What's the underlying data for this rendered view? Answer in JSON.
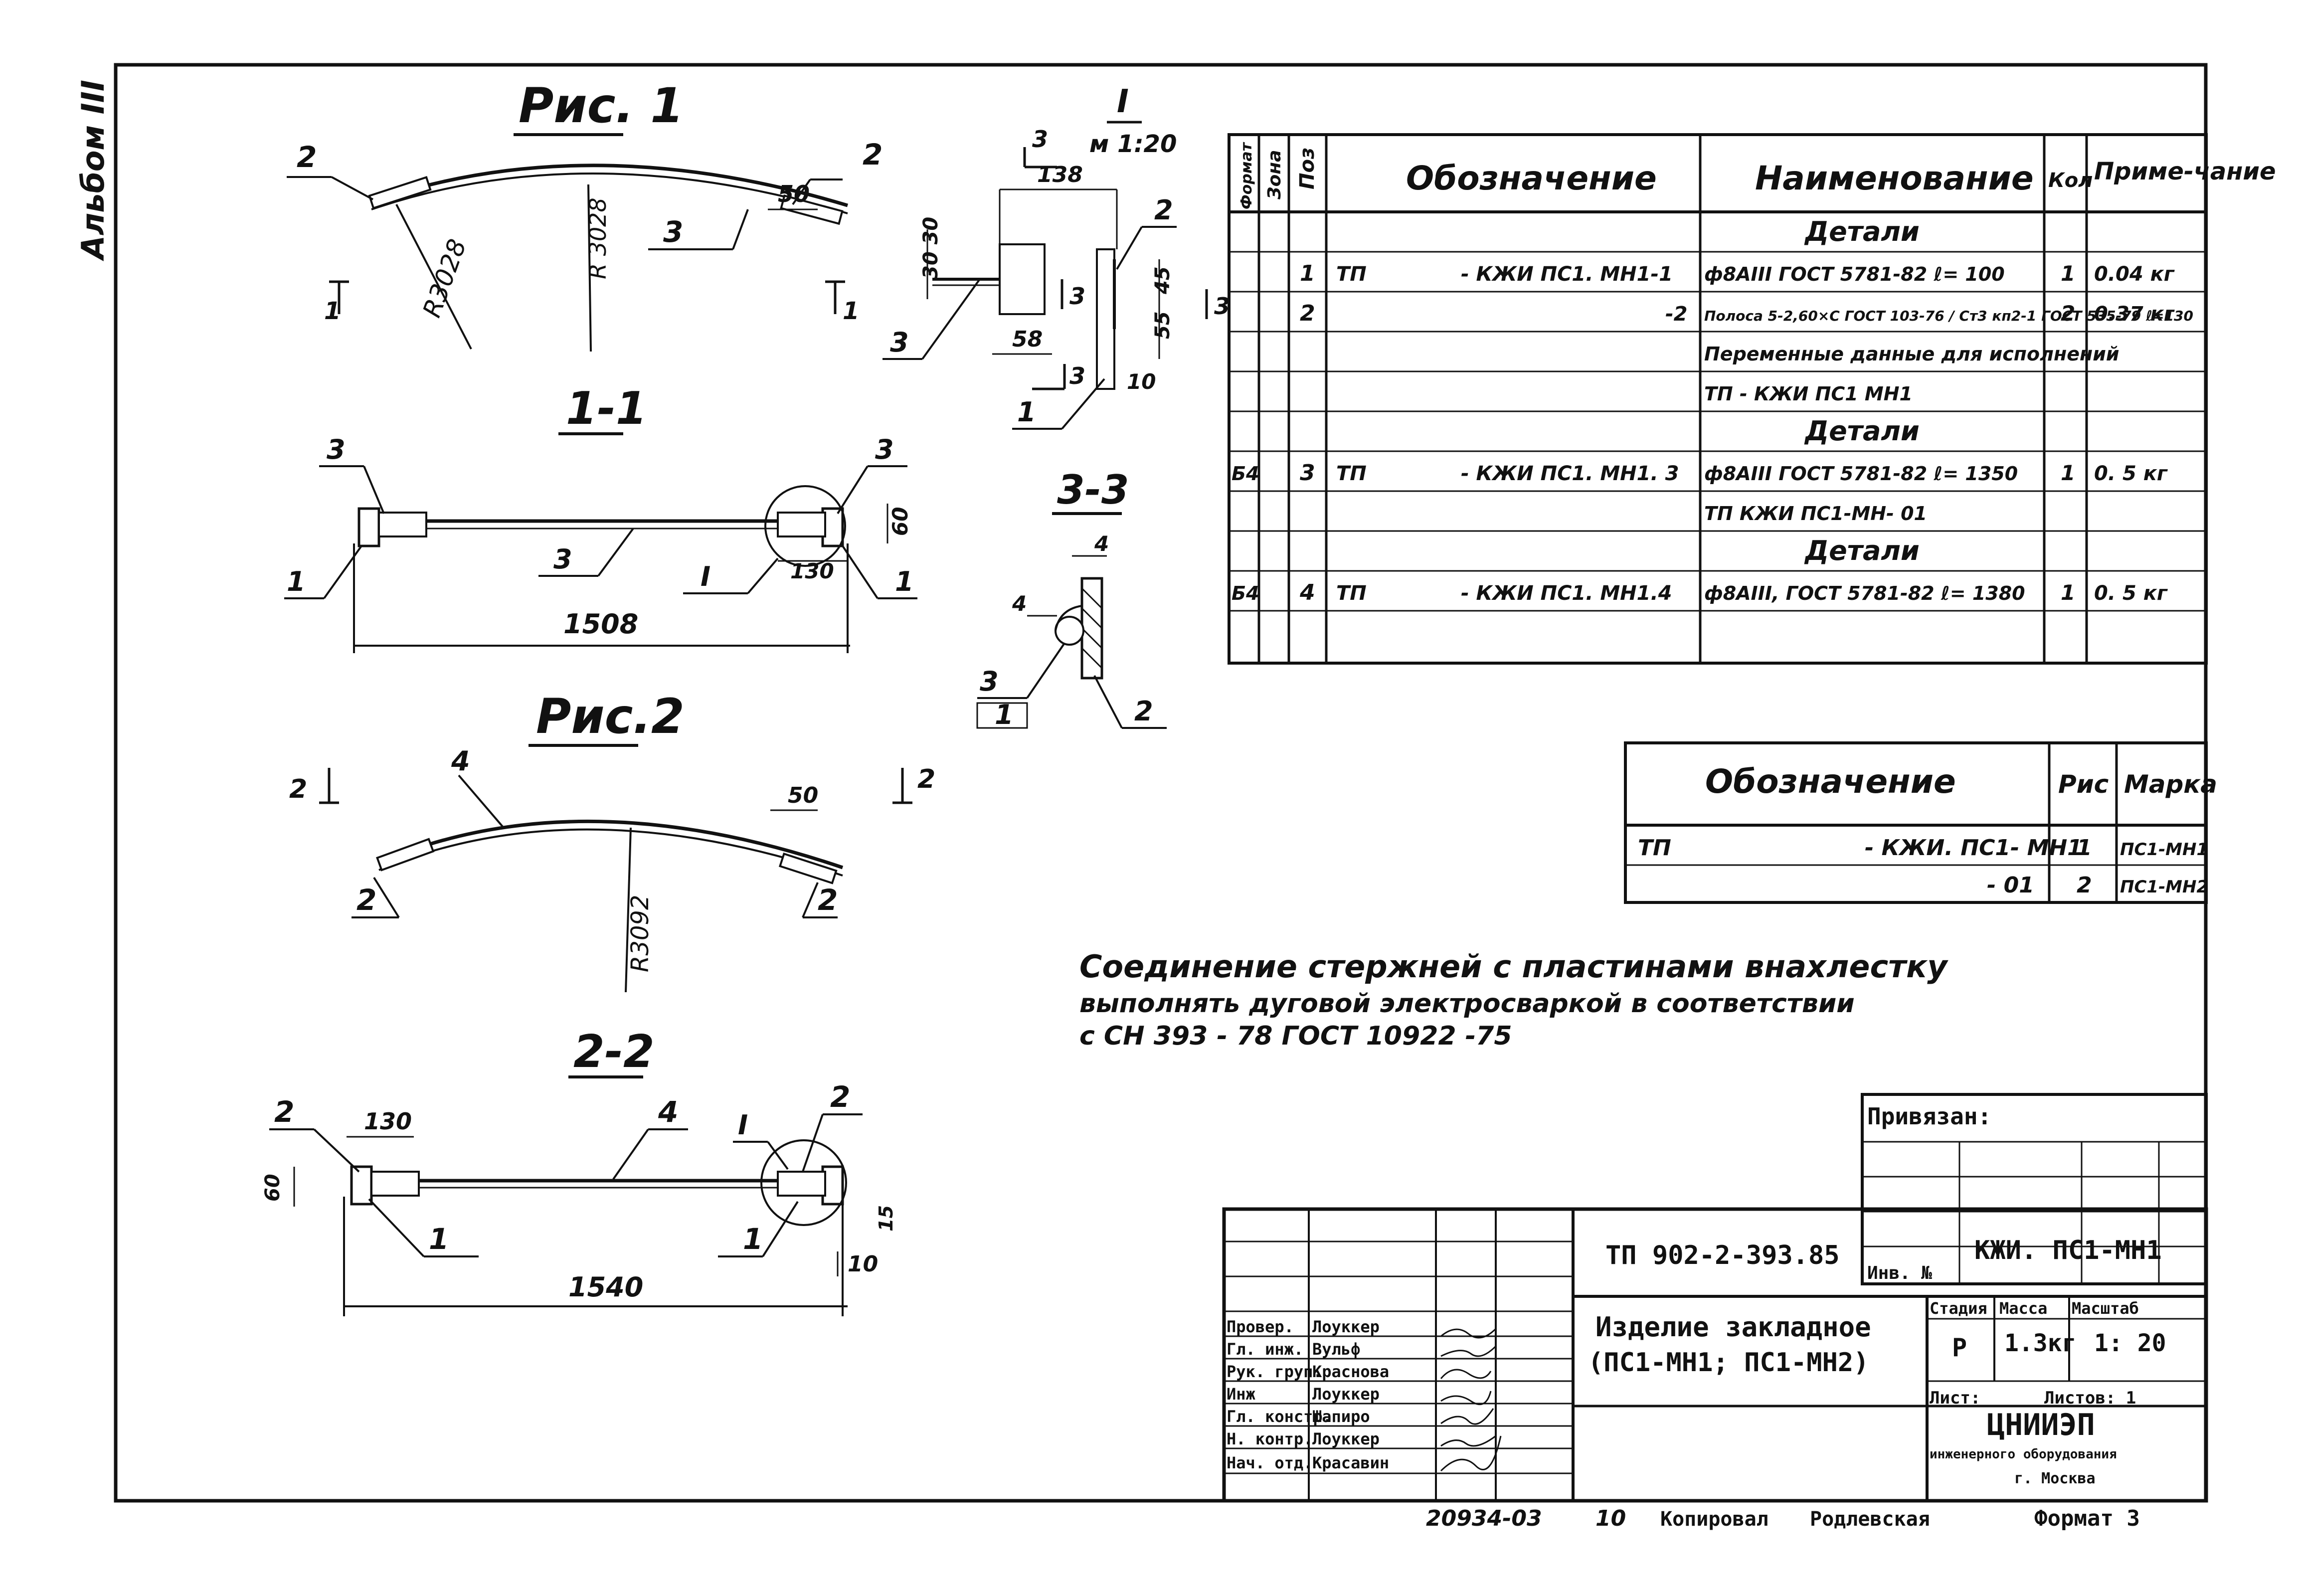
{
  "album_mark": "Альбом III",
  "figures": {
    "fig1_title": "Рис. 1",
    "fig2_title": "Рис.2",
    "view_detail": "I",
    "detail_scale": "м 1:20",
    "section_11": "1-1",
    "section_22": "2-2",
    "section_33": "3-3"
  },
  "dims": {
    "r3028": "R3028",
    "r3092": "R3092",
    "d1508": "1508",
    "d1540": "1540",
    "d130": "130",
    "d138": "138",
    "d50": "50",
    "d60": "60",
    "d58": "58",
    "d55": "55",
    "d45": "45",
    "d10": "10",
    "d3030": "30 30",
    "d4": "4",
    "d15": "15"
  },
  "spec": {
    "headers": [
      "Формат",
      "Зона",
      "Поз",
      "Обозначение",
      "Наименование",
      "Кол",
      "Приме-чание"
    ],
    "rows": [
      {
        "fmt": "",
        "pos": "",
        "designation": "",
        "designation_right": "",
        "name": "Детали",
        "qty": "",
        "note": "",
        "heading": true
      },
      {
        "fmt": "",
        "pos": "1",
        "designation": "ТП",
        "designation_right": "- КЖИ ПС1. МН1-1",
        "name": "ф8АIII ГОСТ 5781-82  ℓ= 100",
        "qty": "1",
        "note": "0.04 кг",
        "heading": false
      },
      {
        "fmt": "",
        "pos": "2",
        "designation": "",
        "designation_right": "-2",
        "name": "Полоса 5-2,60×С ГОСТ 103-76 / Ст3 кп2-1 ГОСТ 535-79  ℓ=130",
        "qty": "2",
        "note": "0.37 кг",
        "heading": false
      },
      {
        "fmt": "",
        "pos": "",
        "designation": "",
        "designation_right": "",
        "name": "Переменные данные для исполнений",
        "qty": "",
        "note": "",
        "heading": false
      },
      {
        "fmt": "",
        "pos": "",
        "designation": "",
        "designation_right": "",
        "name": "ТП          - КЖИ ПС1 МН1",
        "qty": "",
        "note": "",
        "heading": false
      },
      {
        "fmt": "",
        "pos": "",
        "designation": "",
        "designation_right": "",
        "name": "Детали",
        "qty": "",
        "note": "",
        "heading": true
      },
      {
        "fmt": "Б4",
        "pos": "3",
        "designation": "ТП",
        "designation_right": "- КЖИ ПС1. МН1. 3",
        "name": "ф8АIII ГОСТ 5781-82  ℓ= 1350",
        "qty": "1",
        "note": "0. 5 кг",
        "heading": false
      },
      {
        "fmt": "",
        "pos": "",
        "designation": "",
        "designation_right": "",
        "name": "ТП          КЖИ ПС1-МН- 01",
        "qty": "",
        "note": "",
        "heading": false
      },
      {
        "fmt": "",
        "pos": "",
        "designation": "",
        "designation_right": "",
        "name": "Детали",
        "qty": "",
        "note": "",
        "heading": true
      },
      {
        "fmt": "Б4",
        "pos": "4",
        "designation": "ТП",
        "designation_right": "- КЖИ ПС1. МН1.4",
        "name": "ф8АIII, ГОСТ 5781-82  ℓ= 1380",
        "qty": "1",
        "note": "0. 5 кг",
        "heading": false
      },
      {
        "fmt": "",
        "pos": "",
        "designation": "",
        "designation_right": "",
        "name": "",
        "qty": "",
        "note": "",
        "heading": false
      }
    ]
  },
  "variants": {
    "headers": [
      "Обозначение",
      "Рис",
      "Марка"
    ],
    "rows": [
      {
        "designation": "ТП",
        "designation_right": "- КЖИ. ПС1- МН1",
        "fig": "1",
        "mark": "ПС1-МН1"
      },
      {
        "designation": "",
        "designation_right": "- 01",
        "fig": "2",
        "mark": "ПС1-МН2"
      }
    ]
  },
  "note_lines": [
    "Соединение  стержней  с пластинами внахлестку",
    "выполнять  дуговой  электросваркой  в соответствии",
    "с СН 393 - 78   ГОСТ  10922 -75"
  ],
  "privyazan": {
    "title": "Привязан:",
    "inv": "Инв. №"
  },
  "title_block": {
    "doc_code": "ТП  902-2-393.85",
    "mark": "КЖИ. ПС1-МН1",
    "product_name_1": "Изделие  закладное",
    "product_name_2": "(ПС1-МН1;  ПС1-МН2)",
    "stage_label": "Стадия",
    "mass_label": "Масса",
    "scale_label": "Масштаб",
    "stage": "Р",
    "mass": "1.3кг",
    "scale": "1: 20",
    "sheet_label": "Лист:",
    "sheets_label": "Листов: 1",
    "org_1": "ЦНИИЭП",
    "org_2": "инженерного оборудования",
    "org_3": "г. Москва",
    "signers": [
      {
        "role": "Провер.",
        "name": "Лоуккер"
      },
      {
        "role": "Гл. инж.",
        "name": "Вульф"
      },
      {
        "role": "Рук. груп.",
        "name": "Краснова"
      },
      {
        "role": "Инж",
        "name": "Лоуккер"
      },
      {
        "role": "Гл. констр.",
        "name": "Шапиро"
      },
      {
        "role": "Н. контр.",
        "name": "Лоуккер"
      },
      {
        "role": "Нач. отд.",
        "name": "Красавин"
      }
    ]
  },
  "footer": {
    "archive_no": "20934-03",
    "sheet_no": "10",
    "copied_label": "Копировал",
    "copied_by": "Родлевская",
    "format": "Формат 3"
  },
  "callouts": {
    "p1": "1",
    "p2": "2",
    "p3": "3",
    "p4": "4",
    "sec1": "1",
    "sec2": "2",
    "sec3": "3"
  }
}
